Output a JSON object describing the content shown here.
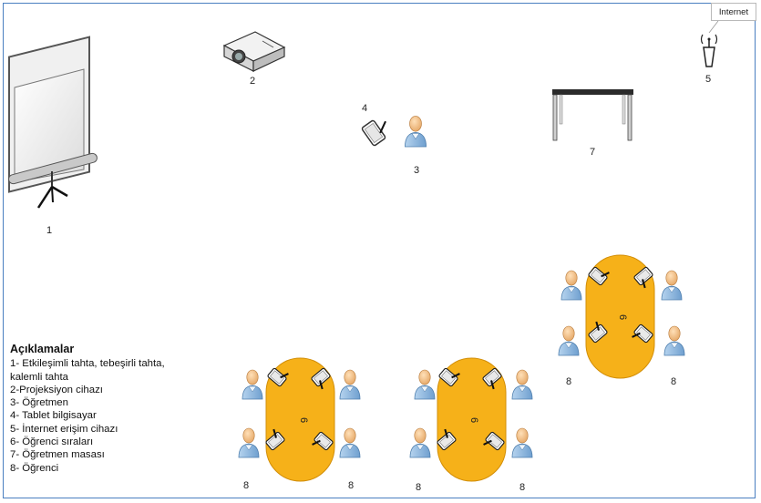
{
  "labels": {
    "board": "1",
    "projector": "2",
    "teacher": "3",
    "tablet": "4",
    "router": "5",
    "desk_number": "6",
    "teacher_table": "7",
    "student": "8"
  },
  "internet_label": "Internet",
  "legend": {
    "title": "Açıklamalar",
    "items": [
      "1- Etkileşimli tahta, tebeşirli tahta,",
      "kalemli tahta",
      "2-Projeksiyon cihazı",
      "3- Öğretmen",
      "4- Tablet bilgisayar",
      "5- İnternet erişim cihazı",
      "6- Öğrenci sıraları",
      "7- Öğretmen masası",
      "8- Öğrenci"
    ]
  },
  "colors": {
    "frame": "#4a7fc0",
    "desk": "#f6b119",
    "person_body": "#8fb9de",
    "person_head": "#f4c58e"
  }
}
